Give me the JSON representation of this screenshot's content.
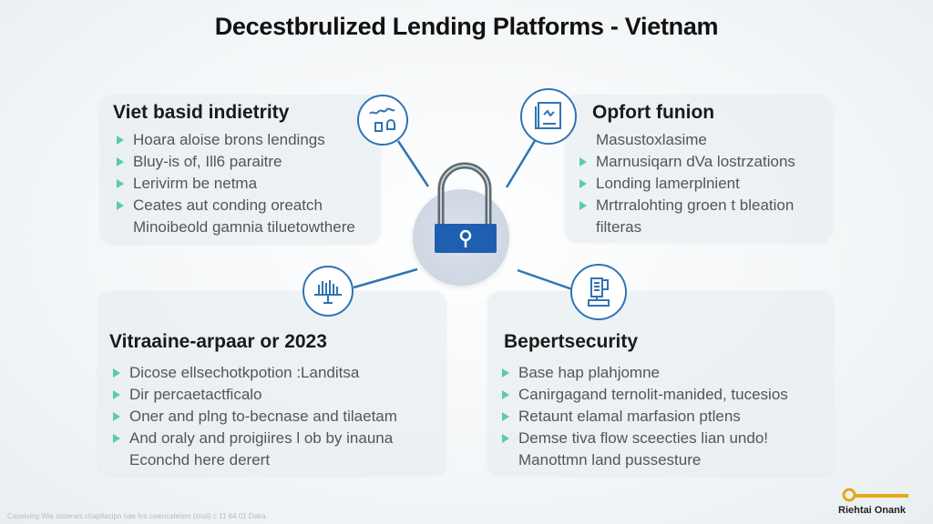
{
  "title": "Decestbrulized Lending Platforms - Vietnam",
  "cards": [
    {
      "heading": "Viet basid indietrity",
      "items": [
        {
          "text": "Hoara aloise brons lendings",
          "bullet": true
        },
        {
          "text": "Bluy-is of, Ill6 paraitre",
          "bullet": true
        },
        {
          "text": "Lerivirm be netma",
          "bullet": true
        },
        {
          "text": "Ceates aut conding oreatch",
          "bullet": true
        },
        {
          "text": "Minoibeold gamnia tiluetowthere",
          "bullet": false
        }
      ]
    },
    {
      "heading": "Opfort funion",
      "items": [
        {
          "text": "Masustoxlasime",
          "bullet": false
        },
        {
          "text": "Marnusiqarn dVa lostrzations",
          "bullet": true
        },
        {
          "text": "Londing lamerplnient",
          "bullet": true
        },
        {
          "text": "Mrtrralohting groen t bleation",
          "bullet": true
        },
        {
          "text": "filteras",
          "bullet": false
        }
      ]
    },
    {
      "heading": "Vitraaine-arpaar or 2023",
      "items": [
        {
          "text": "Dicose ellsechotkpotion :Landitsa",
          "bullet": true
        },
        {
          "text": "Dir percaetactficalo",
          "bullet": true
        },
        {
          "text": "Oner and plng to-becnase and tilaetam",
          "bullet": true
        },
        {
          "text": "And oraly and proigiires l ob by inauna",
          "bullet": true
        },
        {
          "text": "Econchd here derert",
          "bullet": false
        }
      ]
    },
    {
      "heading": "Bepertsecurity",
      "items": [
        {
          "text": "Base hap plahjomne",
          "bullet": true
        },
        {
          "text": "Canirgagand ternolit-manided, tucesios",
          "bullet": true
        },
        {
          "text": "Retaunt elamal marfasion ptlens",
          "bullet": true
        },
        {
          "text": "Demse tiva flow sceecties lian undo!",
          "bullet": true
        },
        {
          "text": "Manottmn land pussesture",
          "bullet": false
        }
      ]
    }
  ],
  "footer": "Caseiving Wie sistenes chapifacipn nae Ivs cwencaleism (imal) c 11 64 01 Daka",
  "logo": "Riehtai Onank",
  "colors": {
    "accent": "#2f74b5",
    "bullet": "#5cc8b8",
    "lock_body": "#1f5fb0"
  }
}
